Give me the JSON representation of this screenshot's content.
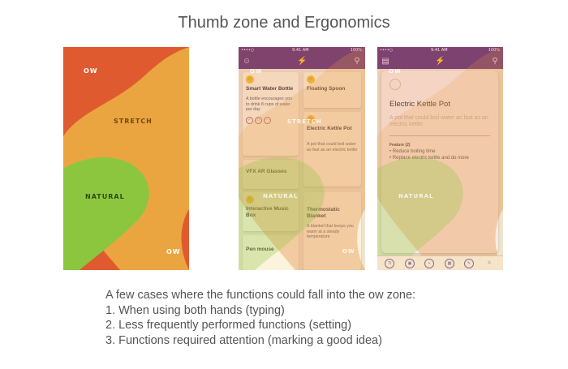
{
  "title": "Thumb zone and Ergonomics",
  "zone_map": {
    "labels": {
      "ow_top": "OW",
      "stretch": "STRETCH",
      "natural": "NATURAL",
      "ow_bottom": "OW"
    },
    "colors": {
      "ow": "#e05a2f",
      "stretch": "#eba540",
      "natural": "#8cc63f"
    }
  },
  "phone1": {
    "status": {
      "carrier": "••••○ ",
      "time": "9:41 AM",
      "battery": "100%"
    },
    "nav_icons": [
      "user-icon",
      "bolt-icon",
      "search-icon"
    ],
    "cards": [
      {
        "title": "Smart Water Bottle",
        "desc": "A bottle encourages you to drink 8 cups of water per day"
      },
      {
        "title": "Floating Spoon"
      },
      {
        "title": "Electric Kettle Pot",
        "desc": "A pot that could boil water as fast as an electric kettle"
      },
      {
        "title": "VFX AR Glasses"
      },
      {
        "title": "Interactive Music Box"
      },
      {
        "title": "Thermostatic Blanket",
        "desc": "A blanket that keeps you warm at a steady temperature"
      },
      {
        "title": "Pen mouse"
      }
    ],
    "overlay_labels": {
      "ow_top": "OW",
      "stretch": "STRETCH",
      "natural": "NATURAL",
      "ow_bottom": "OW"
    }
  },
  "phone2": {
    "status": {
      "carrier": "••••○ ",
      "time": "9:41 AM",
      "battery": "100%"
    },
    "detail": {
      "title": "Electric Kettle Pot",
      "desc": "A pot that could boil water as fast as an electric kettle.",
      "feature_header": "Feature (2)",
      "features": [
        "• Reduce boiling time",
        "• Replace electric kettle and do more"
      ]
    },
    "overlay_labels": {
      "ow_top": "OW",
      "natural": "NATURAL"
    },
    "tab_icons": [
      "text-icon",
      "image-icon",
      "add-icon",
      "photo-icon",
      "draw-icon",
      "warning-icon"
    ]
  },
  "notes": {
    "intro": "A few cases where the functions could fall into the ow zone:",
    "items": [
      "1. When using both hands (typing)",
      "2. Less frequently performed functions (setting)",
      "3. Functions required attention (marking a good idea)"
    ]
  }
}
